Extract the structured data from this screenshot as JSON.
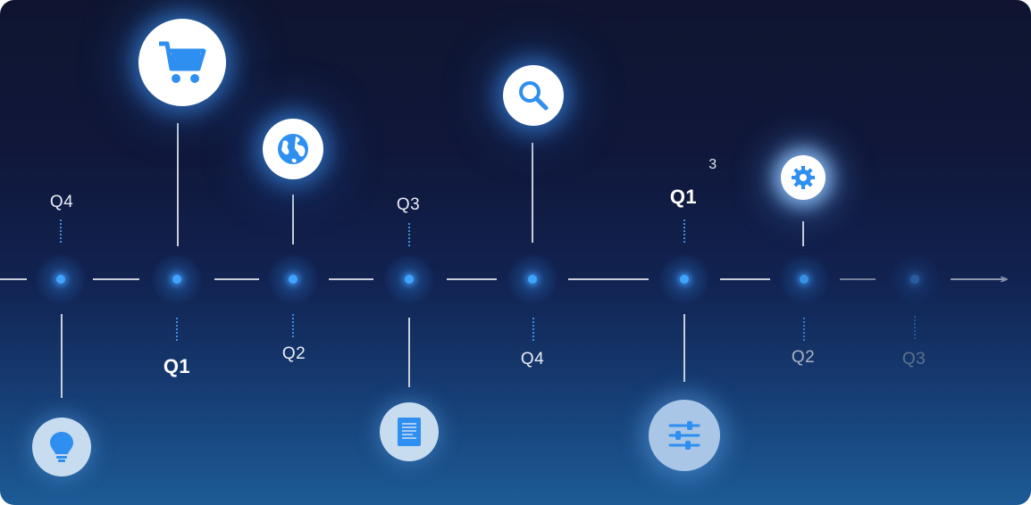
{
  "timeline": {
    "upper_labels": [
      "Q4",
      "Q3",
      "Q1"
    ],
    "lower_labels": [
      "Q1",
      "Q2",
      "Q4",
      "Q2",
      "Q3"
    ],
    "stray_glyph": "3"
  },
  "icons": {
    "cart": "shopping-cart-icon",
    "globe": "globe-icon",
    "search": "magnifier-icon",
    "gear": "gear-icon",
    "bulb": "lightbulb-icon",
    "doc": "document-icon",
    "sliders": "sliders-icon"
  },
  "colors": {
    "accent": "#3fa3ff",
    "line": "#c9ced8"
  }
}
